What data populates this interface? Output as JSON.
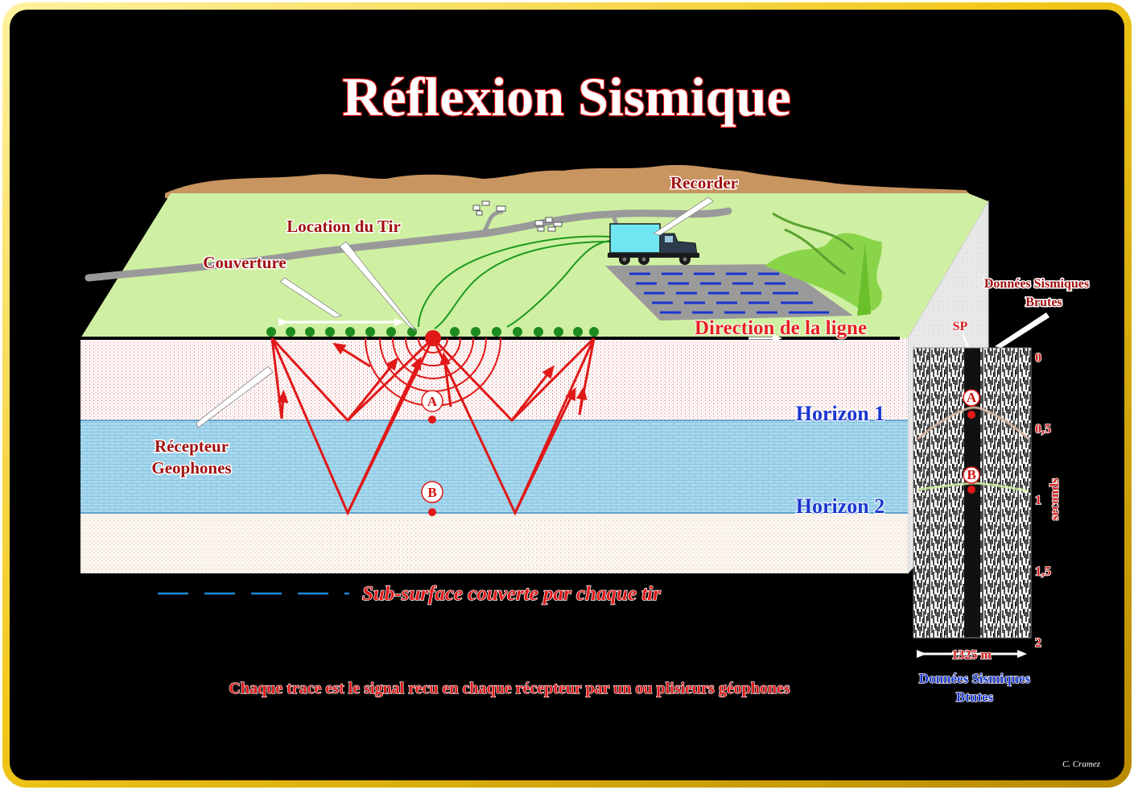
{
  "title": "Réflexion Sismique",
  "labels": {
    "recorder": "Recorder",
    "shot_location": "Location du Tir",
    "coverage": "Couverture",
    "receiver_line1": "Récepteur",
    "receiver_line2": "Geophones",
    "line_direction": "Direction de la ligne",
    "horizon1": "Horizon 1",
    "horizon2": "Horizon 2",
    "point_a": "A",
    "point_b": "B",
    "subsurface_legend": "Sub-surface couverte par chaque tir",
    "footer": "Chaque trace est le signal recu en chaque récepteur par un ou plisieurs géophones",
    "credit": "C. Cramez"
  },
  "seismic_panel": {
    "title_line1": "Données Sismiques",
    "title_line2": "Brutes",
    "sp_label": "SP",
    "time_ticks": [
      "0",
      "0,5",
      "1",
      "1,5",
      "2"
    ],
    "time_unit": "seconds",
    "width_label": "1325 m",
    "caption_line1": "Données Sismiques",
    "caption_line2": "Btutes",
    "point_a": "A",
    "point_b": "B"
  },
  "colors": {
    "frame_gold": "#f2c81a",
    "background": "#000000",
    "ground": "#cff0a2",
    "layer1": "#ffffff",
    "layer2": "#a9d8ec",
    "rays": "#e01818",
    "receivers": "#1d8a1d",
    "truck": "#6fe6f2",
    "road": "#9a9a9a",
    "mountains": "#c89460"
  }
}
